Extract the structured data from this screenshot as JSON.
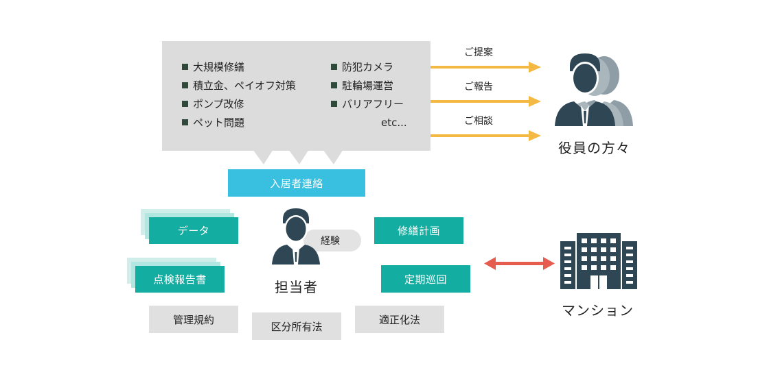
{
  "bubble": {
    "left_topics": [
      "大規模修繕",
      "積立金、ペイオフ対策",
      "ポンプ改修",
      "ペット問題"
    ],
    "right_topics": [
      "防犯カメラ",
      "駐輪場運営",
      "バリアフリー"
    ],
    "etc": "etc..."
  },
  "arrows": {
    "labels": [
      "ご提案",
      "ご報告",
      "ご相談"
    ]
  },
  "executives": {
    "label": "役員の方々"
  },
  "resident_contact": {
    "label": "入居者連絡"
  },
  "staff": {
    "label": "担当者",
    "experience_label": "経験"
  },
  "left_items": {
    "data": "データ",
    "inspection_report": "点検報告書"
  },
  "right_items": {
    "repair_plan": "修繕計画",
    "patrol": "定期巡回"
  },
  "knowledge": {
    "rules": "管理規約",
    "condo_law": "区分所有法",
    "fair_pricing": "適正化法"
  },
  "mansion": {
    "label": "マンション"
  },
  "colors": {
    "teal": "#14ada1",
    "cyan": "#39bfdf",
    "arrow_yellow": "#f4b942",
    "arrow_red": "#e65c4f",
    "figure_dark": "#2f4755",
    "figure_grey": "#8f9ea6",
    "building": "#2f4755"
  },
  "icons": {
    "executives": "people-group-icon",
    "staff": "person-icon",
    "mansion": "building-icon"
  }
}
